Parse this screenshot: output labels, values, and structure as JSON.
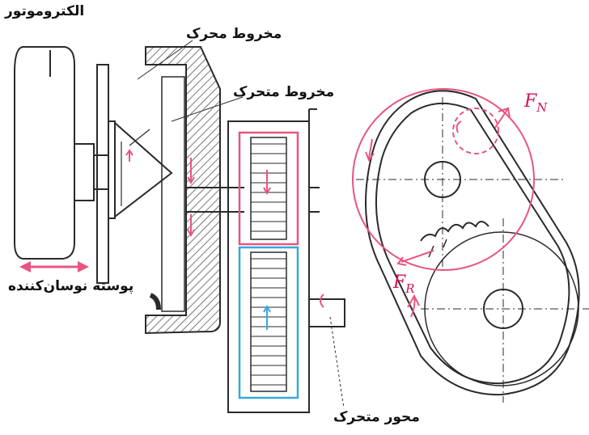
{
  "labels": {
    "electromotor": "الکتروموتور",
    "driving_cone": "مخروط محرک",
    "moving_cone": "مخروط متحرک",
    "oscillating_shell": "پوسته نوسان‌کننده",
    "moving_shaft": "محور متحرک"
  },
  "forces": {
    "normal": {
      "letter": "F",
      "sub": "N"
    },
    "radial": {
      "letter": "F",
      "sub": "R"
    }
  },
  "colors": {
    "line": "#2a2a2a",
    "accent_pink": "#e8557f",
    "accent_blue": "#38a9dc",
    "hatch": "#555555"
  }
}
